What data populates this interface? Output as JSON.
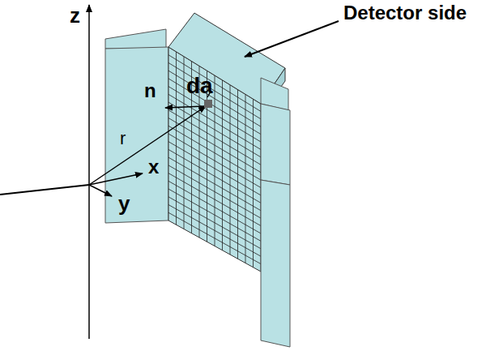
{
  "diagram": {
    "labels": [
      "z",
      "Detector side",
      "n",
      "da",
      "r",
      "x",
      "y"
    ]
  }
}
